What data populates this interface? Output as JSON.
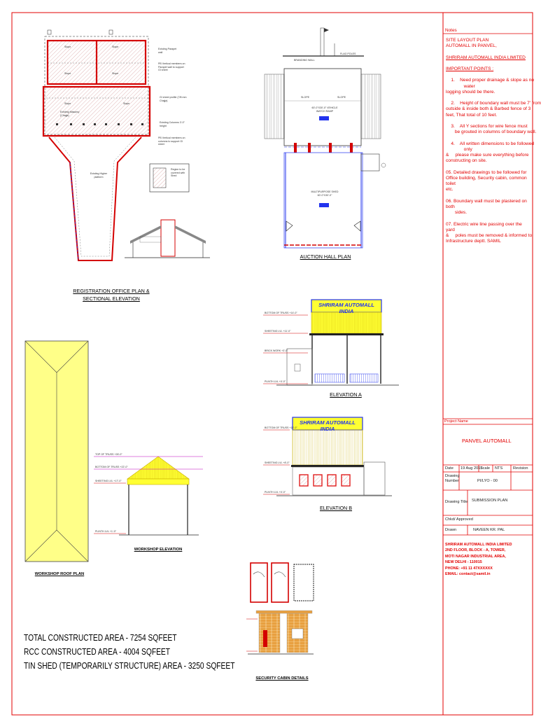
{
  "notes": {
    "heading": "Notes",
    "lines": [
      "SITE LAYOUT PLAN",
      "AUTOMALL IN PANVEL,",
      "",
      "SHRIRAM AUTOMALL INDIA LIMITED",
      "",
      "IMPORTANT POINTS :",
      "",
      "    1.    Need proper drainage & slope as no",
      "              water",
      "logging should be there.",
      "",
      "    2.    Height of boundary wall must be 7' from",
      "outside & inside both & Barbed fence of 3",
      "feet, That total of 10 feet.",
      "",
      "    3.    All Y sections for wire fence must",
      "       be grouted in columns of boundary wall.",
      "",
      "    4.    All written dimensions to be followed",
      "              only",
      "&     please make sure everything before",
      "constructing on site.",
      "",
      "05.  Detailed drawings to be followed for",
      "Office building, Security cabin, common toilet",
      "etc.",
      "",
      "06. Boundary wall must be plastered on both",
      "       sides.",
      "",
      "07. Electric wire line passing over the yard",
      "&     poles must be removed & informed to",
      "Infrastructure deptt. SAMIL"
    ]
  },
  "title_block": {
    "project_label": "Project Name",
    "project_name": "PANVEL AUTOMALL",
    "date_label": "Date",
    "date_value": "19 Aug 2013",
    "scale_label": "Scale",
    "scale_value": "NTS",
    "revision_label": "Revision",
    "drawing_number_label": "Drawing Number",
    "drawing_number_value": "PI/LYO - 00",
    "drawing_title_label": "Drawing Title",
    "drawing_title_value": "SUBMISSION PLAN",
    "checked_label": "Chkd/ Approved",
    "drawn_label": "Drawn",
    "drawn_value": "NAVEEN KR. PAL",
    "address_lines": [
      "SHRIRAM AUTOMALL INDIA LIMITED",
      "2ND FLOOR, BLOCK - A, TOWER,",
      "MOTI NAGAR INDUSTRIAL AREA,",
      "NEW DELHI - 110015",
      "PHONE: +91 11 47XXXXXX",
      "EMAIL: contact@samil.in"
    ]
  },
  "drawings": {
    "registration_office": {
      "caption_line1": "REGISTRATION OFFICE PLAN &",
      "caption_line2": "SECTIONAL ELEVATION",
      "labels": [
        "Slope",
        "Slope",
        "Slope",
        "Slope",
        "Slope",
        "Slope",
        "Existing Parapet wall",
        "PB Vertical members on Parapet wall to support GI sheet",
        "GI sheet profile (7/8 mm Chajja)",
        "Existing Columns 3'-0\" height",
        "PB Vertical members on columns to support GI sheet",
        "Existing Masonry (Chajja)",
        "Existing Higher platform",
        "Region to be covered with Shed"
      ]
    },
    "auction_hall": {
      "caption": "AUCTION HALL PLAN",
      "labels": [
        "BRANDING WALL",
        "FLAG POLES",
        "SLOPE",
        "SLOPE",
        "60'-0\"X30'-0\" VEHICLE WATCH RAMP",
        "MULTIPURPOSE SHED 60'-0\"X30'-0\""
      ]
    },
    "elevation_a": {
      "caption": "ELEVATION A",
      "brand": "SHRIRAM AUTOMALL INDIA",
      "levels": [
        "BOTTOM OF TRUSS +14'-0\"",
        "SHEETING LVL +11'-0\"",
        "BRICK WORK +3'-0\"",
        "PLINTH LVL +0'-0\""
      ]
    },
    "elevation_b": {
      "caption": "ELEVATION B",
      "brand": "SHRIRAM AUTOMALL INDIA",
      "levels": [
        "BOTTOM OF TRUSS +14'-0\"",
        "SHEETING LVL +8'-0\"",
        "PLINTH LVL +0'-0\""
      ]
    },
    "workshop_roof": {
      "caption": "WORKSHOP ROOF PLAN"
    },
    "workshop_elevation": {
      "caption": "WORKSHOP ELEVATION",
      "levels": [
        "TOP OF TRUSS +26'-0\"",
        "BOTTOM OF TRUSS +22'-0\"",
        "SHEETING LVL +17'-0\"",
        "PLINTH LVL +1'-0\""
      ]
    },
    "security_cabin": {
      "caption": "SECURITY CABIN DETAILS"
    }
  },
  "areas": [
    "TOTAL CONSTRUCTED AREA - 7254 SQFEET",
    "RCC CONSTRUCTED AREA - 4004 SQFEET",
    "TIN SHED (TEMPORARILY STRUCTURE) AREA - 3250 SQFEET"
  ],
  "colors": {
    "border": "#e30000",
    "wall": "#d40000",
    "shed_fill": "#ffff33",
    "hatch": "#3344ff",
    "brick": "#e8a040",
    "window": "#e02020"
  }
}
